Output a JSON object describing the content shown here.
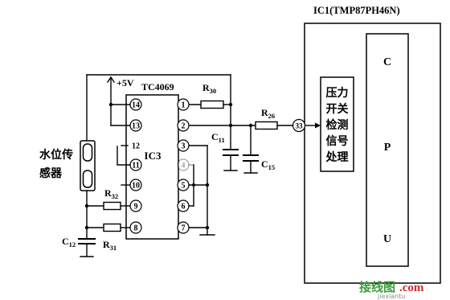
{
  "ic1": {
    "title": "IC1(TMP87PH46N)",
    "input_pin": "33",
    "processing_block_lines": [
      "压力",
      "开关",
      "检测",
      "信号",
      "处理"
    ],
    "cpu_letters": [
      "C",
      "P",
      "U"
    ]
  },
  "ic3": {
    "part_number": "TC4069",
    "label": "IC3",
    "left_pins": [
      "14",
      "13",
      "12",
      "11",
      "10",
      "9",
      "8"
    ],
    "right_pins": [
      "1",
      "2",
      "3",
      "4",
      "5",
      "6",
      "7"
    ]
  },
  "supply": {
    "label": "+5V"
  },
  "sensor": {
    "label_lines": [
      "水位传",
      "感器"
    ]
  },
  "resistors": {
    "r30": {
      "symbol": "R",
      "index": "30"
    },
    "r26": {
      "symbol": "R",
      "index": "26"
    },
    "r32": {
      "symbol": "R",
      "index": "32"
    },
    "r31": {
      "symbol": "R",
      "index": "31"
    }
  },
  "capacitors": {
    "c11": {
      "symbol": "C",
      "index": "11"
    },
    "c15": {
      "symbol": "C",
      "index": "15"
    },
    "c12": {
      "symbol": "C",
      "index": "12"
    }
  },
  "watermark": {
    "brand": "接线图",
    "suffix": ".com",
    "pinyin": "jiexiantu"
  },
  "colors": {
    "ink": "#000000",
    "background": "#ffffff",
    "watermark_green": "#3d9b3d",
    "watermark_red": "#d12b2b",
    "watermark_gray": "#8c8c8c"
  }
}
